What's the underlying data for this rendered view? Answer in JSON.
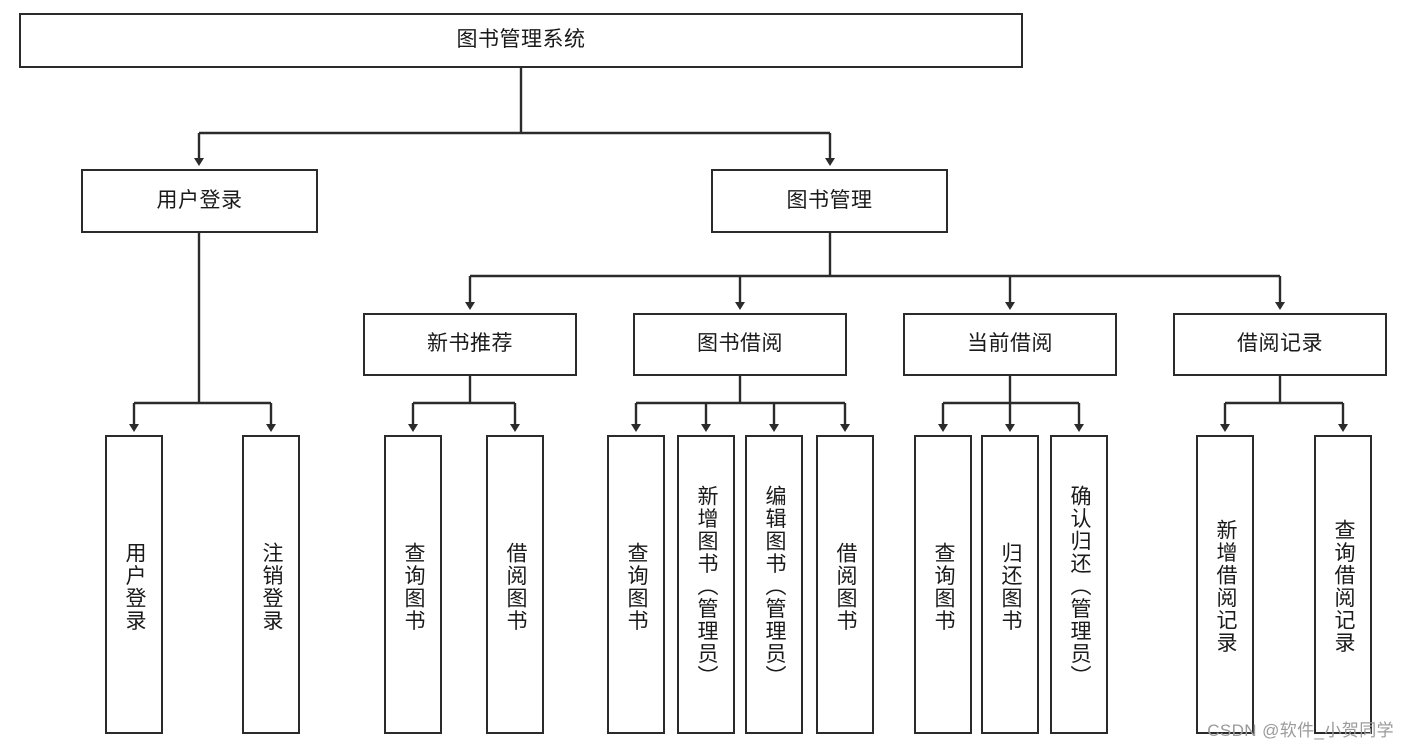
{
  "diagram": {
    "title": "图书管理系统",
    "type": "hierarchy-tree",
    "watermark": "CSDN @软件_小贺同学",
    "colors": {
      "background": "#ffffff",
      "box_border": "#2b2b2b",
      "connector": "#2b2b2b",
      "text": "#1a1a1a",
      "watermark": "#9a9a9a"
    },
    "nodes": {
      "root": {
        "label": "图书管理系统"
      },
      "level2": [
        {
          "label": "用户登录"
        },
        {
          "label": "图书管理"
        }
      ],
      "level3": [
        {
          "label": "新书推荐"
        },
        {
          "label": "图书借阅"
        },
        {
          "label": "当前借阅"
        },
        {
          "label": "借阅记录"
        }
      ],
      "leaves": {
        "user_login": [
          {
            "label": "用户登录"
          },
          {
            "label": "注销登录"
          }
        ],
        "new_book_recommend": [
          {
            "label": "查询图书"
          },
          {
            "label": "借阅图书"
          }
        ],
        "book_borrow": [
          {
            "label": "查询图书"
          },
          {
            "label": "新增图书（管理员）"
          },
          {
            "label": "编辑图书（管理员）"
          },
          {
            "label": "借阅图书"
          }
        ],
        "current_borrow": [
          {
            "label": "查询图书"
          },
          {
            "label": "归还图书"
          },
          {
            "label": "确认归还（管理员）"
          }
        ],
        "borrow_record": [
          {
            "label": "新增借阅记录"
          },
          {
            "label": "查询借阅记录"
          }
        ]
      }
    }
  }
}
